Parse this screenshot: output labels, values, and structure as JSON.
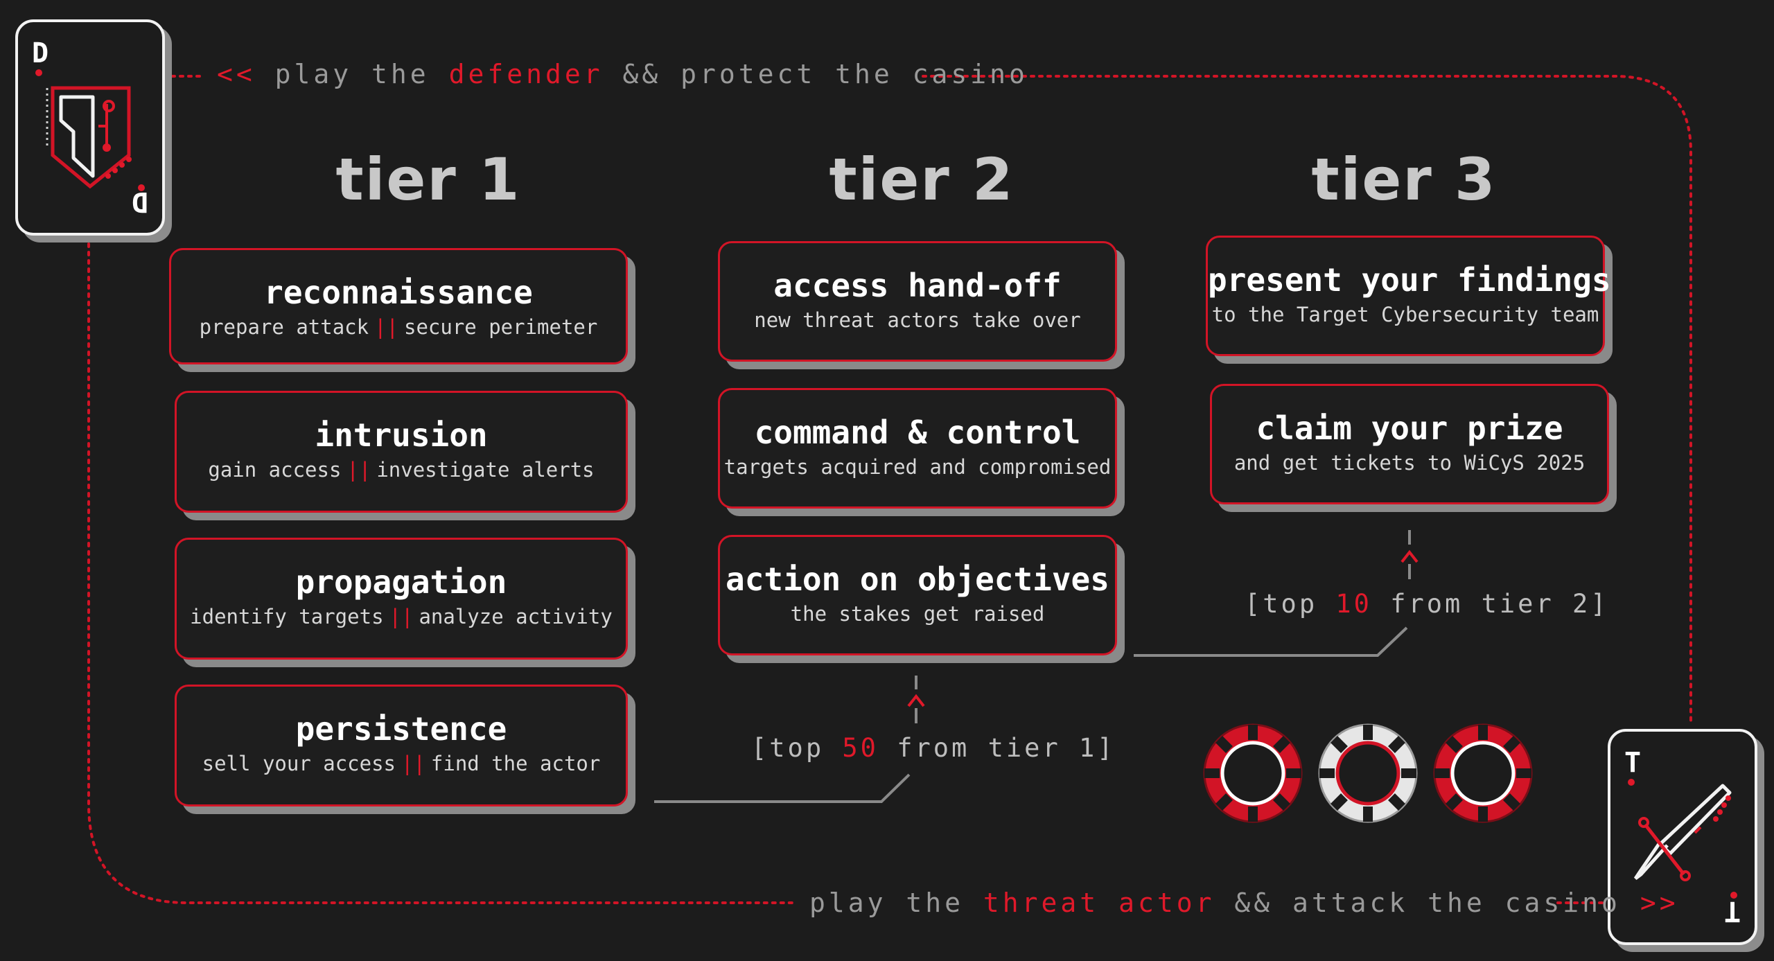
{
  "top_banner": {
    "prefix": "<<",
    "text_1": "play the",
    "highlight": "defender",
    "text_2": "&& protect the casino"
  },
  "bottom_banner": {
    "text_1": "play the",
    "highlight": "threat actor",
    "text_2": "&& attack the casino",
    "suffix": ">>"
  },
  "defender_card": {
    "corner_letter": "D",
    "icon": "shield-icon"
  },
  "threat_card": {
    "corner_letter": "T",
    "icon": "sword-icon"
  },
  "tiers": [
    {
      "title": "tier 1",
      "stages": [
        {
          "title": "reconnaissance",
          "sub_left": "prepare attack",
          "separator": "||",
          "sub_right": "secure perimeter"
        },
        {
          "title": "intrusion",
          "sub_left": "gain access",
          "separator": "||",
          "sub_right": "investigate alerts"
        },
        {
          "title": "propagation",
          "sub_left": "identify targets",
          "separator": "||",
          "sub_right": "analyze activity"
        },
        {
          "title": "persistence",
          "sub_left": "sell your access",
          "separator": "||",
          "sub_right": "find the actor"
        }
      ]
    },
    {
      "title": "tier 2",
      "stages": [
        {
          "title": "access hand-off",
          "subtitle": "new threat actors take over"
        },
        {
          "title": "command & control",
          "subtitle": "targets acquired and compromised"
        },
        {
          "title": "action on objectives",
          "subtitle": "the stakes get raised"
        }
      ]
    },
    {
      "title": "tier 3",
      "stages": [
        {
          "title": "present your findings",
          "subtitle": "to the Target Cybersecurity team"
        },
        {
          "title": "claim your prize",
          "subtitle": "and get tickets to WiCyS 2025"
        }
      ]
    }
  ],
  "advance_notes": [
    {
      "open": "[top",
      "number": "50",
      "close": "from tier 1]"
    },
    {
      "open": "[top",
      "number": "10",
      "close": "from tier 2]"
    }
  ],
  "colors": {
    "accent": "#e0192a",
    "background": "#1c1c1c",
    "text": "#cfcfcf",
    "shadow": "#8a8a8a"
  },
  "poker_chips": [
    "red",
    "white",
    "red"
  ]
}
